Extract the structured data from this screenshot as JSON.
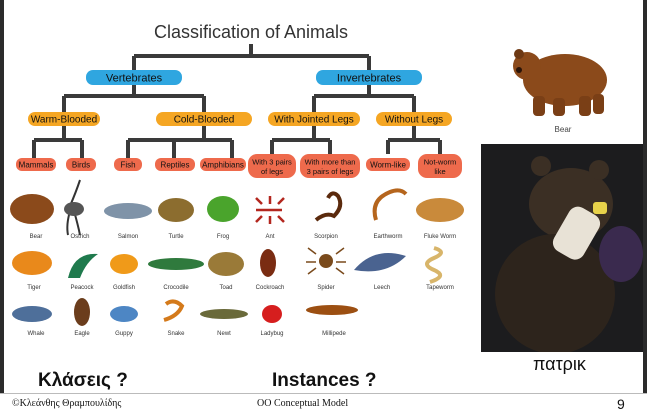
{
  "diagram": {
    "title": "Classification of Animals",
    "groups": {
      "vertebrates": "Vertebrates",
      "invertebrates": "Invertebrates",
      "warm_blooded": "Warm-Blooded",
      "cold_blooded": "Cold-Blooded",
      "jointed_legs": "With Jointed Legs",
      "without_legs": "Without Legs",
      "mammals": "Mammals",
      "birds": "Birds",
      "fish": "Fish",
      "reptiles": "Reptiles",
      "amphibians": "Amphibians",
      "three_pairs": [
        "With 3 pairs",
        "of legs"
      ],
      "more_pairs": [
        "With more than",
        "3 pairs of legs"
      ],
      "worm_like": "Worm-like",
      "not_worm": [
        "Not-worm",
        "like"
      ]
    },
    "animals": [
      "Bear",
      "Ostrich",
      "Salmon",
      "Turtle",
      "Frog",
      "Ant",
      "Scorpion",
      "Earthworm",
      "Fluke Worm",
      "Tiger",
      "Peacock",
      "Goldfish",
      "Crocodile",
      "Toad",
      "Cockroach",
      "Spider",
      "Leech",
      "Tapeworm",
      "Whale",
      "Eagle",
      "Guppy",
      "Snake",
      "Newt",
      "Ladybug",
      "Millipede"
    ]
  },
  "side_bear_label": "Bear",
  "photo_caption": "πατρικ",
  "classes_label": "Κλάσεις ?",
  "instances_label": "Instances ?",
  "footer": {
    "author": "©Κλεάνθης Θραμπουλίδης",
    "topic": "OO Conceptual Model",
    "page": "9"
  },
  "colors": {
    "blue_pill": "#2fa6e0",
    "orange_pill": "#f5a623",
    "red_pill": "#ee6a4c",
    "connector": "#3a3a3a"
  }
}
